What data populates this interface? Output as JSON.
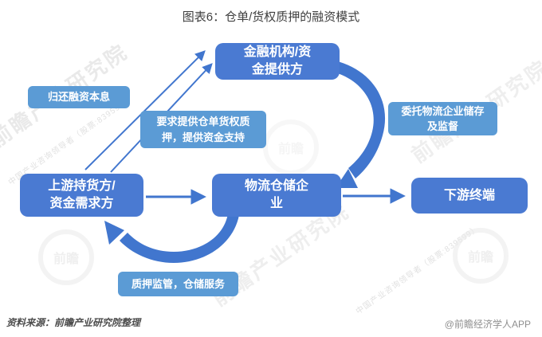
{
  "title": "图表6：仓单/货权质押的融资模式",
  "nodes": {
    "provider": "金融机构/资\n金提供方",
    "upstream": "上游持货方/\n资金需求方",
    "logistics": "物流仓储企\n业",
    "downstream": "下游终端"
  },
  "edge_labels": {
    "repay": "归还融资本息",
    "pledge_request": "要求提供仓单货权质\n押，提供资金支持",
    "entrust": "委托物流企业储存\n及监督",
    "supervision": "质押监管，仓储服务"
  },
  "colors": {
    "node_fill": "#4a7ad2",
    "label_fill": "#5b9bd5",
    "arrow": "#4176ce",
    "title_text": "#3f3f3f"
  },
  "footer": {
    "source": "资料来源：前瞻产业研究院整理",
    "credit": "@前瞻经济学人APP"
  },
  "watermarks": {
    "brand": "前瞻产业研究院",
    "tagline": "中国产业咨询领导者（股票:839599）",
    "logo_text": "前瞻"
  }
}
